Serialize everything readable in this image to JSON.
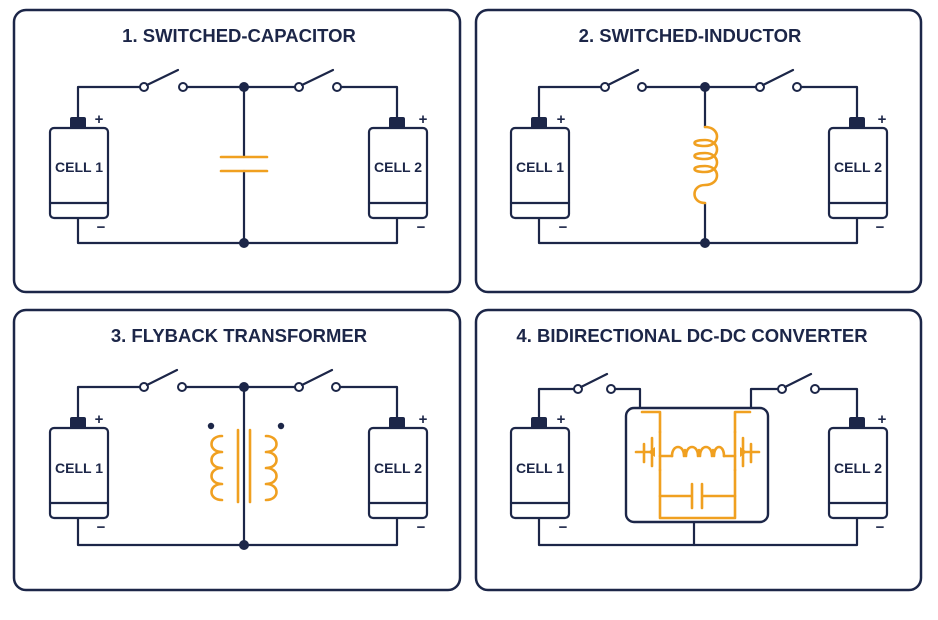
{
  "panels": [
    {
      "title": "1. SWITCHED-CAPACITOR",
      "cell_left": "CELL 1",
      "cell_right": "CELL 2",
      "plus": "+",
      "minus": "−"
    },
    {
      "title": "2. SWITCHED-INDUCTOR",
      "cell_left": "CELL 1",
      "cell_right": "CELL 2",
      "plus": "+",
      "minus": "−"
    },
    {
      "title": "3. FLYBACK TRANSFORMER",
      "cell_left": "CELL 1",
      "cell_right": "CELL 2",
      "plus": "+",
      "minus": "−"
    },
    {
      "title": "4. BIDIRECTIONAL DC-DC CONVERTER",
      "cell_left": "CELL 1",
      "cell_right": "CELL 2",
      "plus": "+",
      "minus": "−"
    }
  ],
  "colors": {
    "line": "#1c2648",
    "component": "#f0a020",
    "background": "#ffffff"
  },
  "icons": [
    "switch-icon",
    "capacitor-icon",
    "inductor-icon",
    "transformer-icon",
    "mosfet-icon",
    "battery-cell-icon"
  ]
}
